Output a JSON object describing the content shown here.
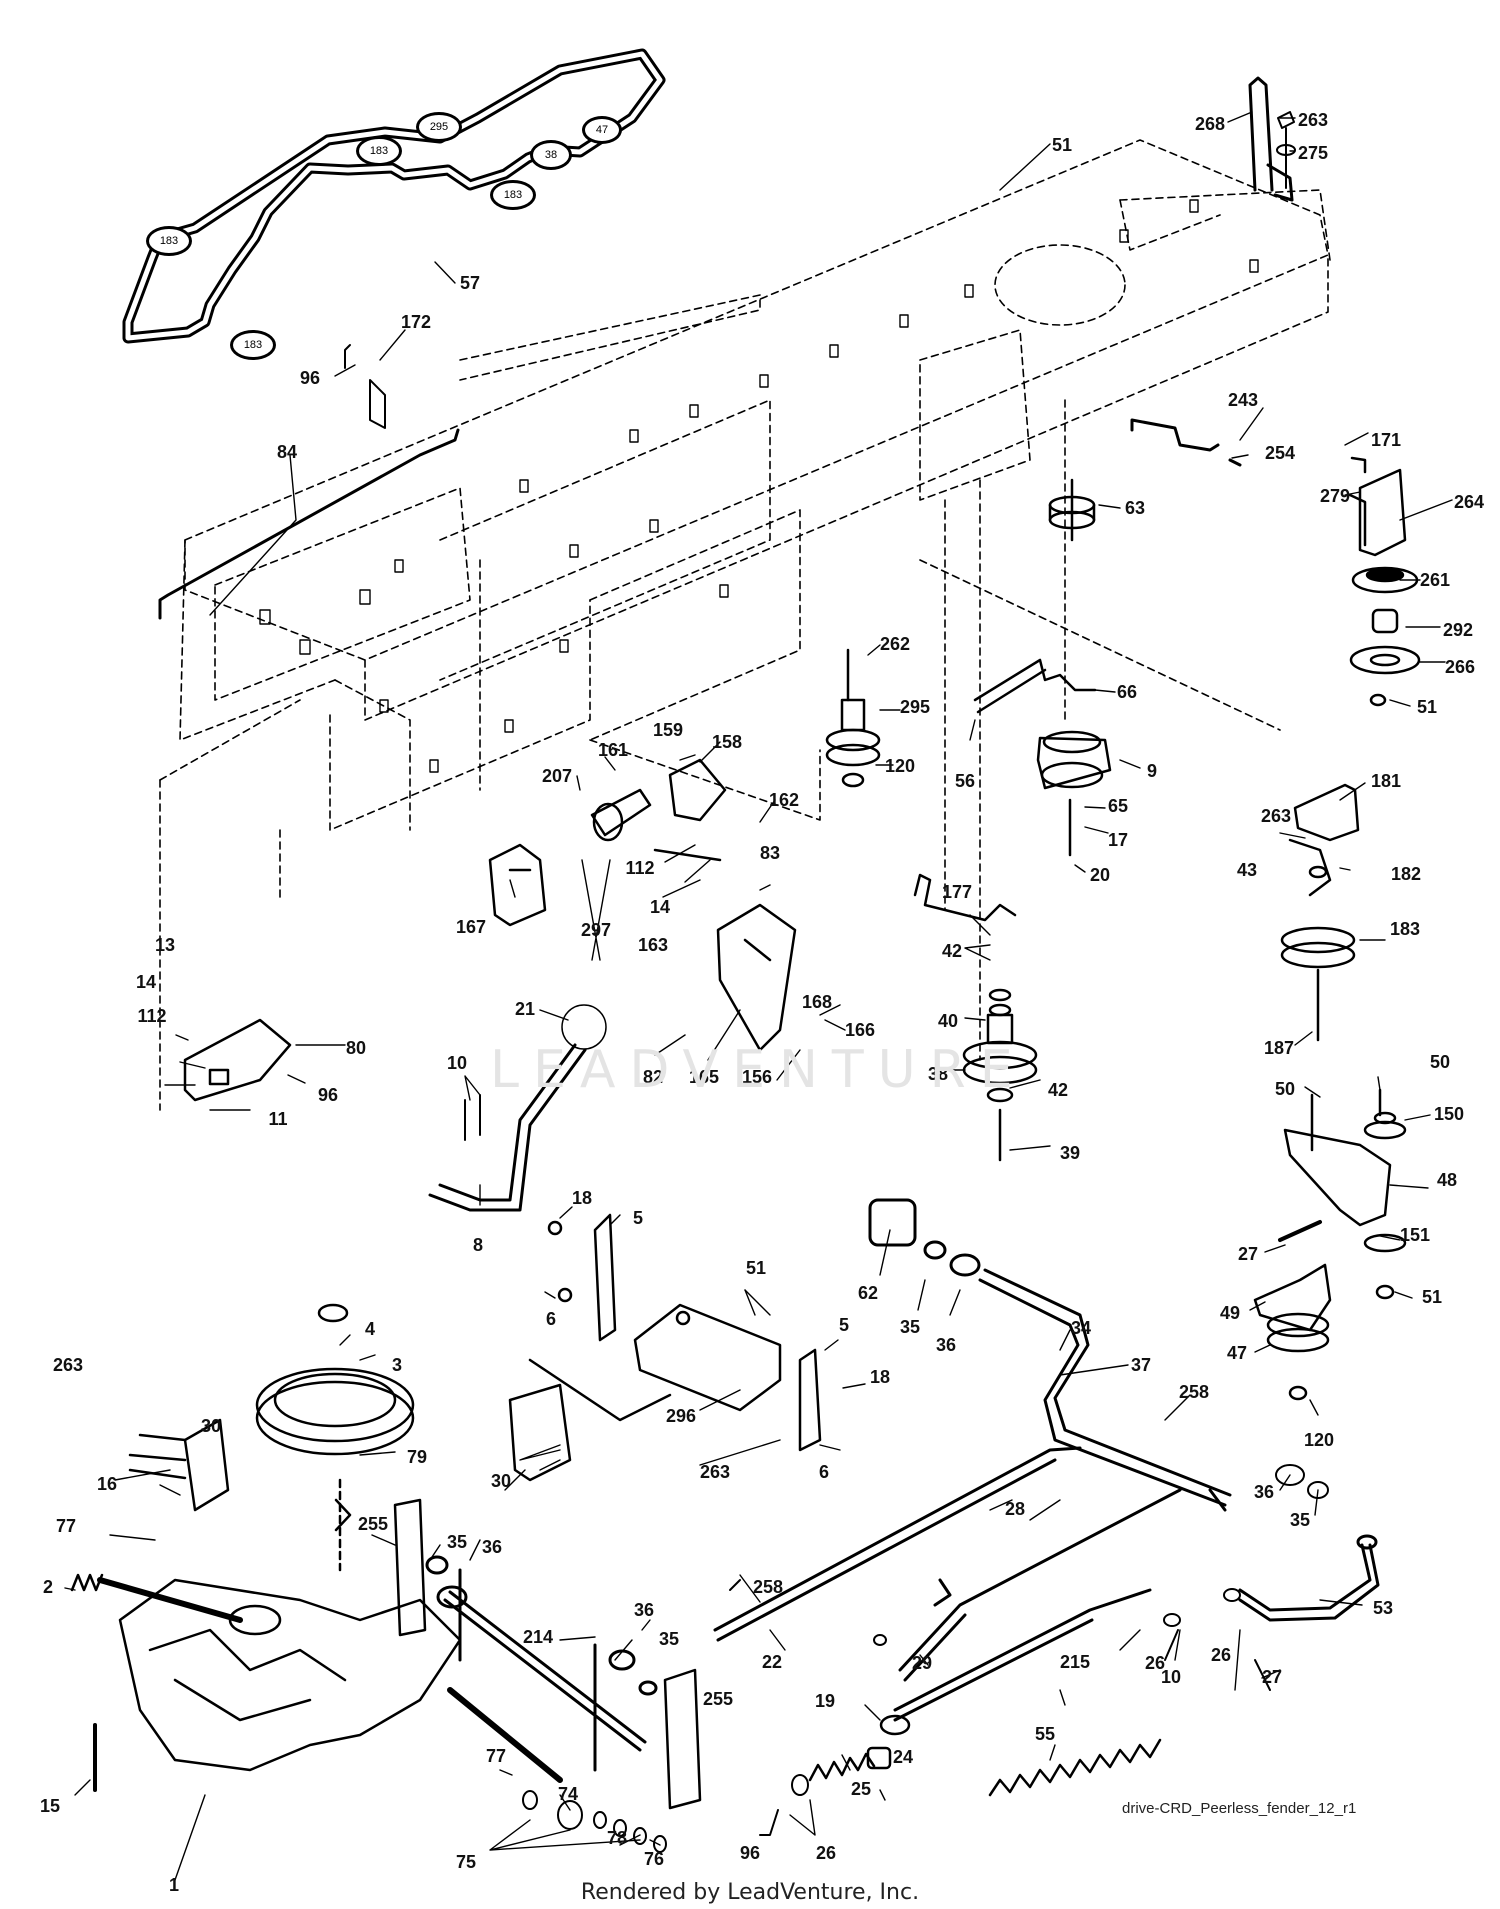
{
  "diagram": {
    "drawing_id": "drive-CRD_Peerless_fender_12_r1",
    "footer": "Rendered by LeadVenture, Inc.",
    "watermark": "LEADVENTURE",
    "stroke_color": "#000000",
    "belt": {
      "part": "57",
      "pulley_callouts": [
        "183",
        "295",
        "47",
        "38",
        "183",
        "183",
        "183"
      ]
    },
    "part_labels": [
      "268",
      "263",
      "275",
      "51",
      "57",
      "172",
      "96",
      "84",
      "243",
      "254",
      "171",
      "279",
      "264",
      "63",
      "261",
      "292",
      "266",
      "51",
      "262",
      "295",
      "120",
      "66",
      "56",
      "9",
      "65",
      "17",
      "20",
      "161",
      "159",
      "158",
      "207",
      "162",
      "112",
      "14",
      "83",
      "163",
      "167",
      "297",
      "181",
      "263",
      "43",
      "182",
      "183",
      "177",
      "42",
      "40",
      "38",
      "42",
      "39",
      "187",
      "13",
      "14",
      "112",
      "80",
      "96",
      "11",
      "21",
      "10",
      "82",
      "165",
      "156",
      "168",
      "166",
      "8",
      "50",
      "50",
      "150",
      "48",
      "27",
      "151",
      "51",
      "49",
      "47",
      "120",
      "18",
      "5",
      "6",
      "51",
      "62",
      "35",
      "36",
      "34",
      "37",
      "258",
      "296",
      "5",
      "18",
      "6",
      "30",
      "263",
      "263",
      "4",
      "3",
      "30",
      "16",
      "79",
      "77",
      "2",
      "255",
      "35",
      "36",
      "28",
      "36",
      "35",
      "22",
      "258",
      "29",
      "26",
      "10",
      "26",
      "27",
      "53",
      "214",
      "36",
      "35",
      "215",
      "19",
      "24",
      "25",
      "96",
      "26",
      "55",
      "15",
      "1",
      "77",
      "74",
      "75",
      "78",
      "76",
      "255"
    ]
  }
}
